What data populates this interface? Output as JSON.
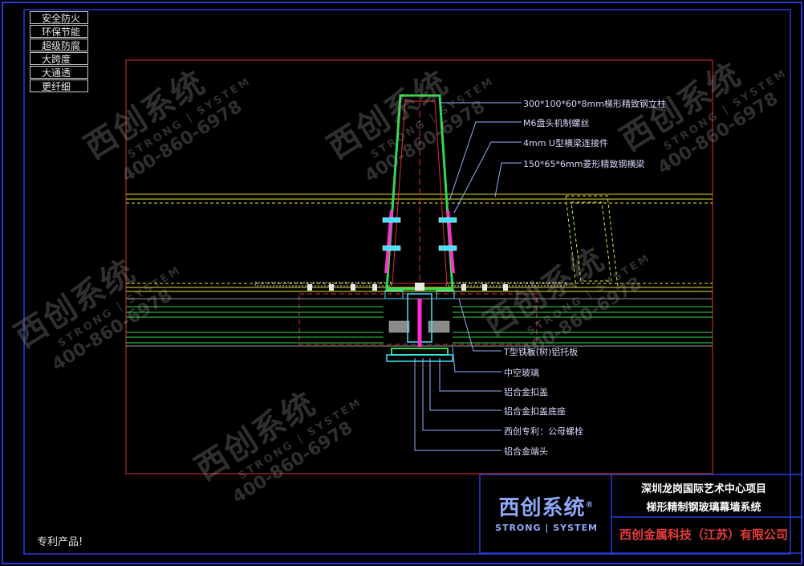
{
  "tags": [
    "安全防火",
    "环保节能",
    "超级防腐",
    "大跨度",
    "大通透",
    "更纤细"
  ],
  "labels": [
    "300*100*60*8mm梯形精致钢立柱",
    "M6盘头机制螺丝",
    "4mm U型横梁连接件",
    "150*65*6mm菱形精致钢横梁",
    "T型铁板(树)铝托板",
    "中空玻璃",
    "铝合金扣盖",
    "铝合金扣盖底座",
    "西创专利：公母螺栓",
    "铝合金端头"
  ],
  "patent_note": "专利产品!",
  "title_block": {
    "logo_cn": "西创系统",
    "logo_en": "STRONG | SYSTEM",
    "registered_mark": "®",
    "project_line1": "深圳龙岗国际艺术中心项目",
    "project_line2": "梯形精制钢玻璃幕墙系统",
    "company": "西创金属科技（江苏）有限公司"
  },
  "watermark": {
    "brand": "西创系统",
    "en": "STRONG | SYSTEM",
    "phone": "400-860-6978"
  },
  "colors": {
    "frame": "#2a3bdc",
    "red_boundary": "#e03030",
    "steel": "#34d84a",
    "yellow": "#e8e030",
    "magenta": "#ff30d0",
    "cyan": "#40e0ff",
    "label_text": "#d8d8ff"
  }
}
